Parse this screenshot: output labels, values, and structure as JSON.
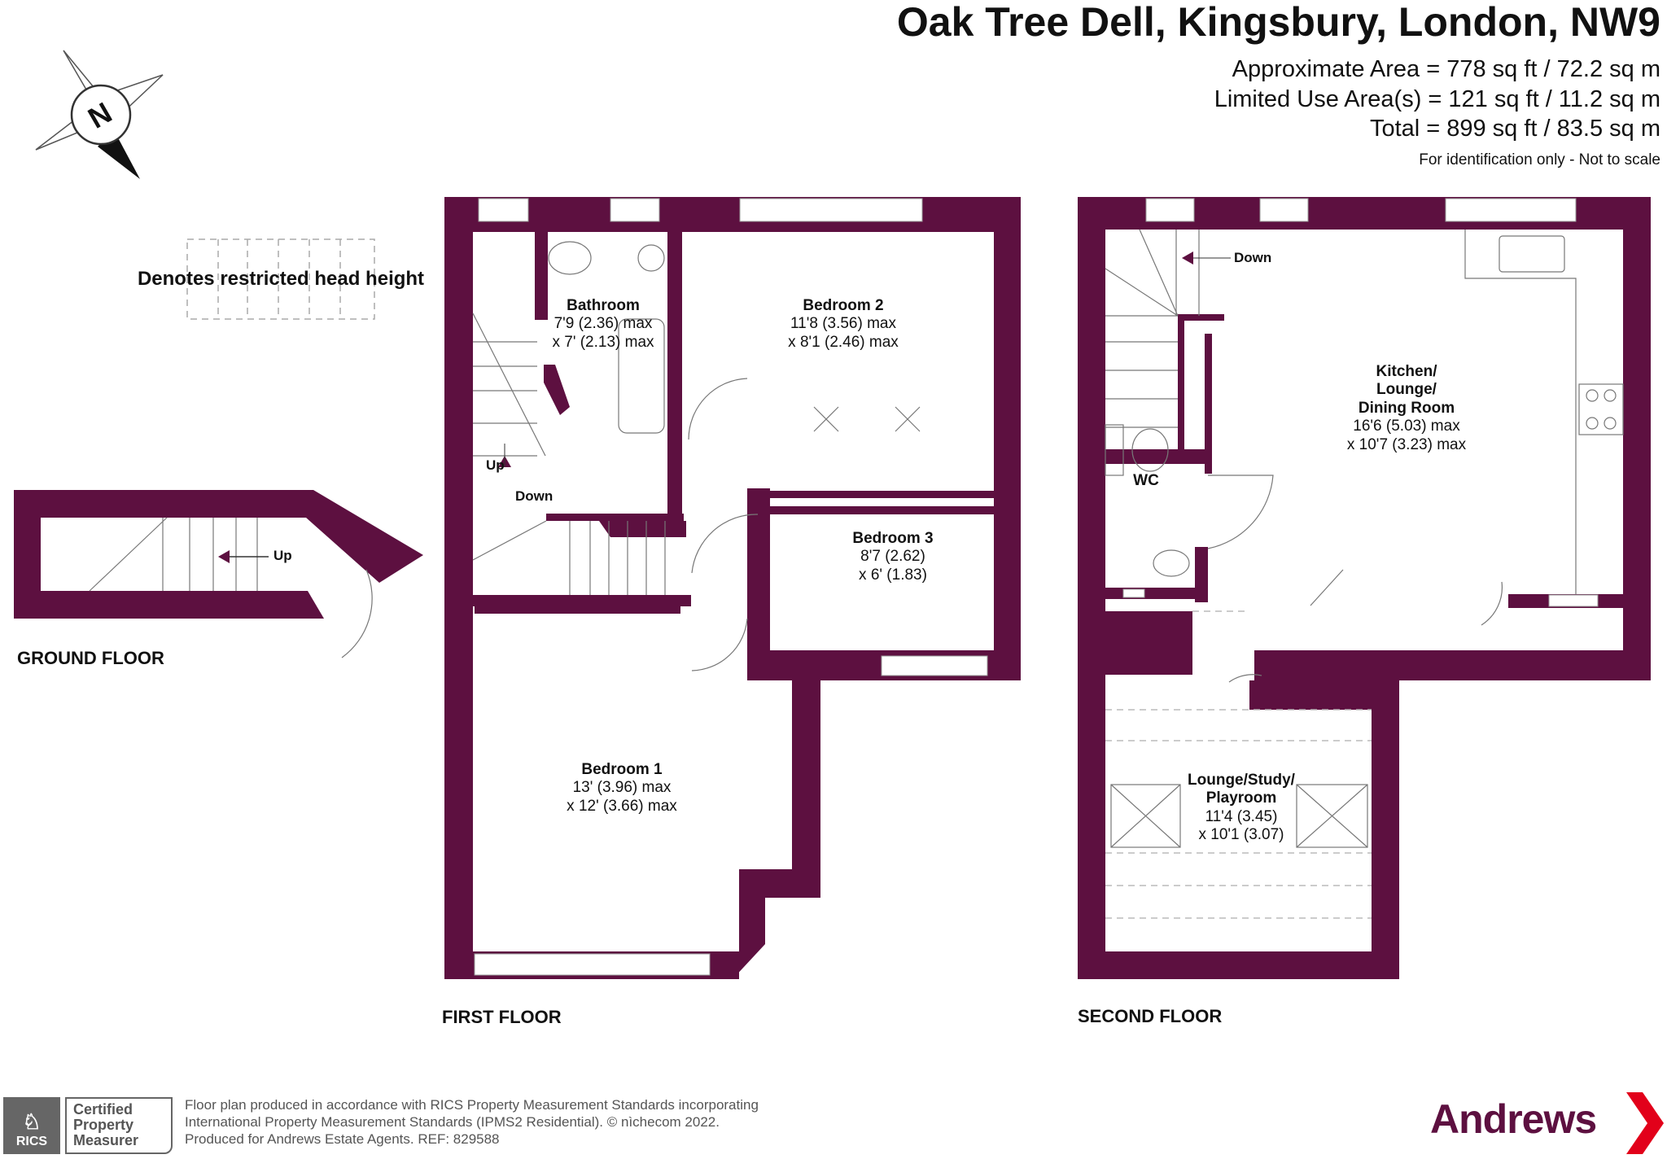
{
  "header": {
    "title": "Oak Tree Dell, Kingsbury, London, NW9",
    "areas": [
      "Approximate Area = 778 sq ft / 72.2 sq m",
      "Limited Use Area(s) = 121 sq ft / 11.2 sq m",
      "Total = 899 sq ft / 83.5 sq m"
    ],
    "disclaimer": "For identification only - Not to scale"
  },
  "compass": {
    "label": "N"
  },
  "legend": {
    "restricted": "Denotes restricted head height"
  },
  "floors": {
    "ground": {
      "label": "GROUND FLOOR",
      "stairs": "Up"
    },
    "first": {
      "label": "FIRST FLOOR",
      "stairs_up": "Up",
      "stairs_down": "Down",
      "rooms": {
        "bathroom": {
          "name": "Bathroom",
          "dim1": "7'9 (2.36) max",
          "dim2": "x 7' (2.13) max"
        },
        "bedroom2": {
          "name": "Bedroom 2",
          "dim1": "11'8 (3.56) max",
          "dim2": "x 8'1 (2.46) max"
        },
        "bedroom3": {
          "name": "Bedroom 3",
          "dim1": "8'7 (2.62)",
          "dim2": "x 6' (1.83)"
        },
        "bedroom1": {
          "name": "Bedroom 1",
          "dim1": "13' (3.96) max",
          "dim2": "x 12' (3.66) max"
        }
      }
    },
    "second": {
      "label": "SECOND FLOOR",
      "stairs_down": "Down",
      "rooms": {
        "kitchen": {
          "name1": "Kitchen/",
          "name2": "Lounge/",
          "name3": "Dining Room",
          "dim1": "16'6 (5.03) max",
          "dim2": "x 10'7 (3.23) max"
        },
        "wc": {
          "name": "WC"
        },
        "lounge": {
          "name1": "Lounge/Study/",
          "name2": "Playroom",
          "dim1": "11'4 (3.45)",
          "dim2": "x 10'1 (3.07)"
        }
      }
    }
  },
  "footer": {
    "rics_badge": "RICS",
    "certified": [
      "Certified",
      "Property",
      "Measurer"
    ],
    "lines": [
      "Floor plan produced in accordance with RICS Property Measurement Standards incorporating",
      "International Property Measurement Standards (IPMS2 Residential).   © nìchecom 2022.",
      "Produced for Andrews Estate Agents.   REF:  829588"
    ],
    "brand": "Andrews"
  },
  "colors": {
    "wall": "#5d1040",
    "brand_red": "#e2001a"
  }
}
